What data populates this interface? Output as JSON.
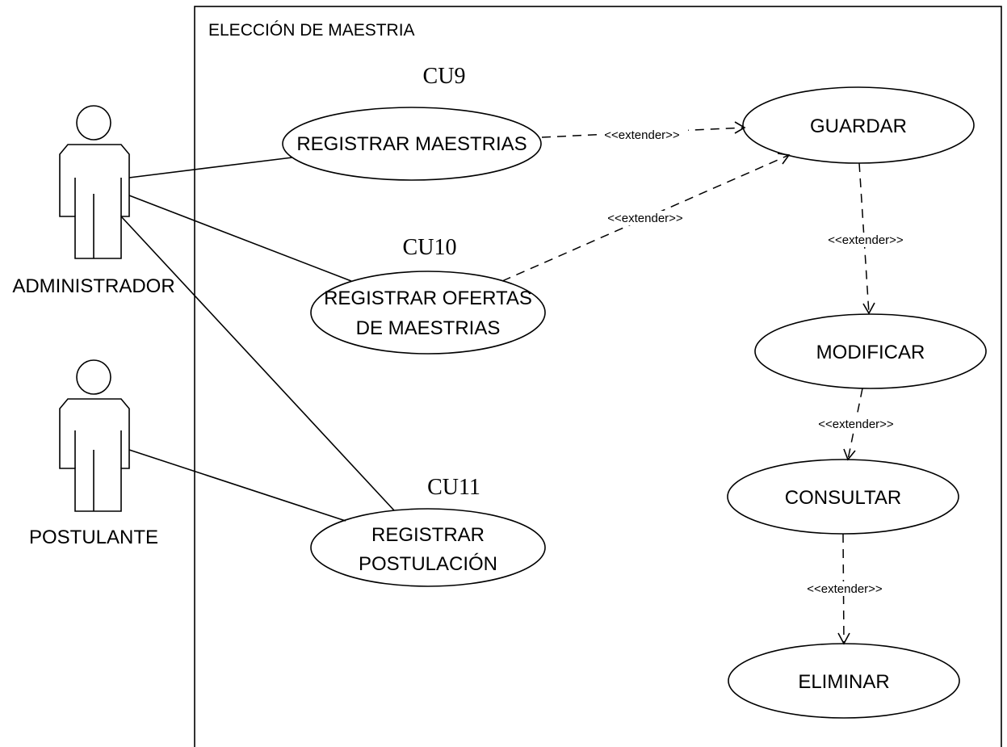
{
  "system": {
    "title": "ELECCIÓN DE MAESTRIA"
  },
  "actors": [
    {
      "id": "administrador",
      "name": "ADMINISTRADOR"
    },
    {
      "id": "postulante",
      "name": "POSTULANTE"
    }
  ],
  "use_cases": [
    {
      "id": "registrar-maestrias",
      "code": "CU9",
      "lines": [
        "REGISTRAR MAESTRIAS"
      ]
    },
    {
      "id": "registrar-ofertas",
      "code": "CU10",
      "lines": [
        "REGISTRAR OFERTAS",
        "DE MAESTRIAS"
      ]
    },
    {
      "id": "registrar-postulacion",
      "code": "CU11",
      "lines": [
        "REGISTRAR",
        "POSTULACIÓN"
      ]
    },
    {
      "id": "guardar",
      "lines": [
        "GUARDAR"
      ]
    },
    {
      "id": "modificar",
      "lines": [
        "MODIFICAR"
      ]
    },
    {
      "id": "consultar",
      "lines": [
        "CONSULTAR"
      ]
    },
    {
      "id": "eliminar",
      "lines": [
        "ELIMINAR"
      ]
    }
  ],
  "associations": [
    {
      "actor": "administrador",
      "use_case": "registrar-maestrias"
    },
    {
      "actor": "administrador",
      "use_case": "registrar-ofertas"
    },
    {
      "actor": "administrador",
      "use_case": "registrar-postulacion"
    },
    {
      "actor": "postulante",
      "use_case": "registrar-postulacion"
    }
  ],
  "extends": [
    {
      "from": "registrar-maestrias",
      "to": "guardar",
      "label": "<<extender>>"
    },
    {
      "from": "registrar-ofertas",
      "to": "guardar",
      "label": "<<extender>>"
    },
    {
      "from": "guardar",
      "to": "modificar",
      "label": "<<extender>>"
    },
    {
      "from": "modificar",
      "to": "consultar",
      "label": "<<extender>>"
    },
    {
      "from": "consultar",
      "to": "eliminar",
      "label": "<<extender>>"
    }
  ]
}
